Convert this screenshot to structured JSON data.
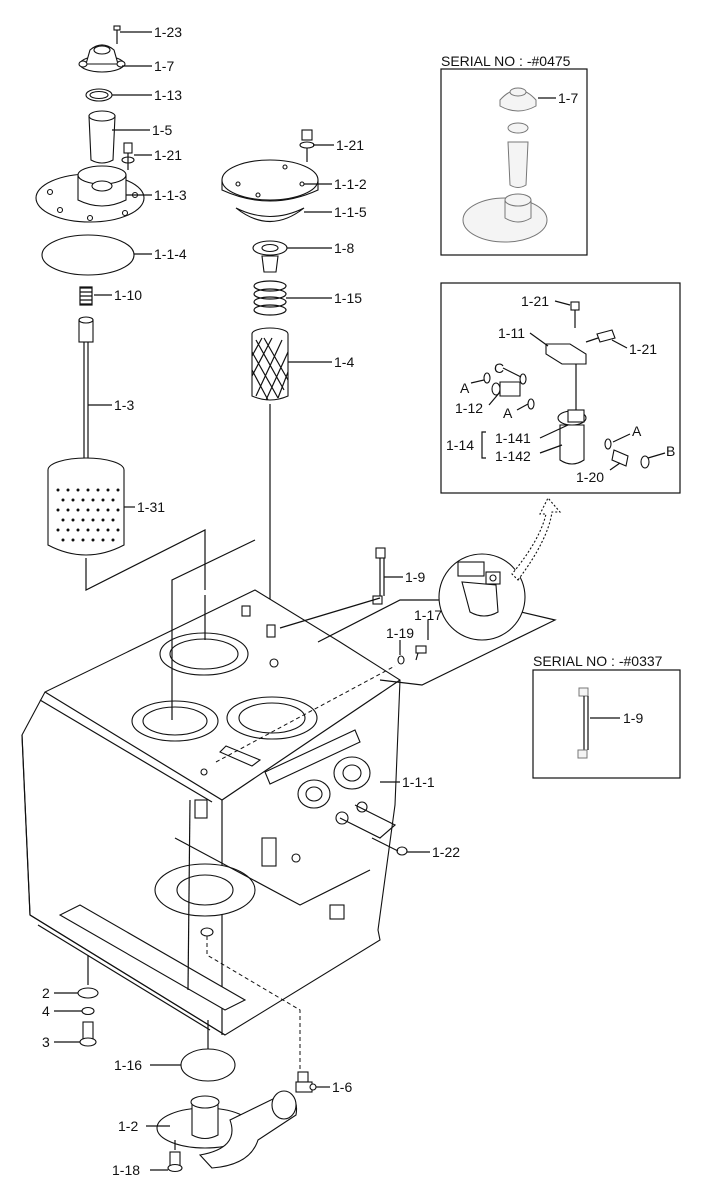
{
  "labels": [
    {
      "id": "l-1-23",
      "text": "1-23"
    },
    {
      "id": "l-1-7",
      "text": "1-7"
    },
    {
      "id": "l-1-13",
      "text": "1-13"
    },
    {
      "id": "l-1-5",
      "text": "1-5"
    },
    {
      "id": "l-1-21a",
      "text": "1-21"
    },
    {
      "id": "l-1-1-3",
      "text": "1-1-3"
    },
    {
      "id": "l-1-1-4",
      "text": "1-1-4"
    },
    {
      "id": "l-1-10",
      "text": "1-10"
    },
    {
      "id": "l-1-3",
      "text": "1-3"
    },
    {
      "id": "l-1-31",
      "text": "1-31"
    },
    {
      "id": "l-1-21b",
      "text": "1-21"
    },
    {
      "id": "l-1-1-2",
      "text": "1-1-2"
    },
    {
      "id": "l-1-1-5",
      "text": "1-1-5"
    },
    {
      "id": "l-1-8",
      "text": "1-8"
    },
    {
      "id": "l-1-15",
      "text": "1-15"
    },
    {
      "id": "l-1-4",
      "text": "1-4"
    },
    {
      "id": "l-1-9a",
      "text": "1-9"
    },
    {
      "id": "l-1-17",
      "text": "1-17"
    },
    {
      "id": "l-1-19",
      "text": "1-19"
    },
    {
      "id": "l-1-1-1",
      "text": "1-1-1"
    },
    {
      "id": "l-1-22",
      "text": "1-22"
    },
    {
      "id": "l-2",
      "text": "2"
    },
    {
      "id": "l-4",
      "text": "4"
    },
    {
      "id": "l-3",
      "text": "3"
    },
    {
      "id": "l-1-16",
      "text": "1-16"
    },
    {
      "id": "l-1-6",
      "text": "1-6"
    },
    {
      "id": "l-1-2",
      "text": "1-2"
    },
    {
      "id": "l-1-18",
      "text": "1-18"
    }
  ],
  "inset_serial_475": {
    "header": "SERIAL NO : -#0475",
    "labels": [
      {
        "id": "s-1-7",
        "text": "1-7"
      }
    ]
  },
  "inset_detail": {
    "labels": [
      {
        "id": "d-1-21a",
        "text": "1-21"
      },
      {
        "id": "d-1-11",
        "text": "1-11"
      },
      {
        "id": "d-1-21b",
        "text": "1-21"
      },
      {
        "id": "d-C",
        "text": "C"
      },
      {
        "id": "d-A1",
        "text": "A"
      },
      {
        "id": "d-1-12",
        "text": "1-12"
      },
      {
        "id": "d-A2",
        "text": "A"
      },
      {
        "id": "d-1-14",
        "text": "1-14"
      },
      {
        "id": "d-1-141",
        "text": "1-141"
      },
      {
        "id": "d-1-142",
        "text": "1-142"
      },
      {
        "id": "d-A3",
        "text": "A"
      },
      {
        "id": "d-B",
        "text": "B"
      },
      {
        "id": "d-1-20",
        "text": "1-20"
      }
    ]
  },
  "inset_serial_337": {
    "header": "SERIAL NO : -#0337",
    "labels": [
      {
        "id": "s2-1-9",
        "text": "1-9"
      }
    ]
  }
}
